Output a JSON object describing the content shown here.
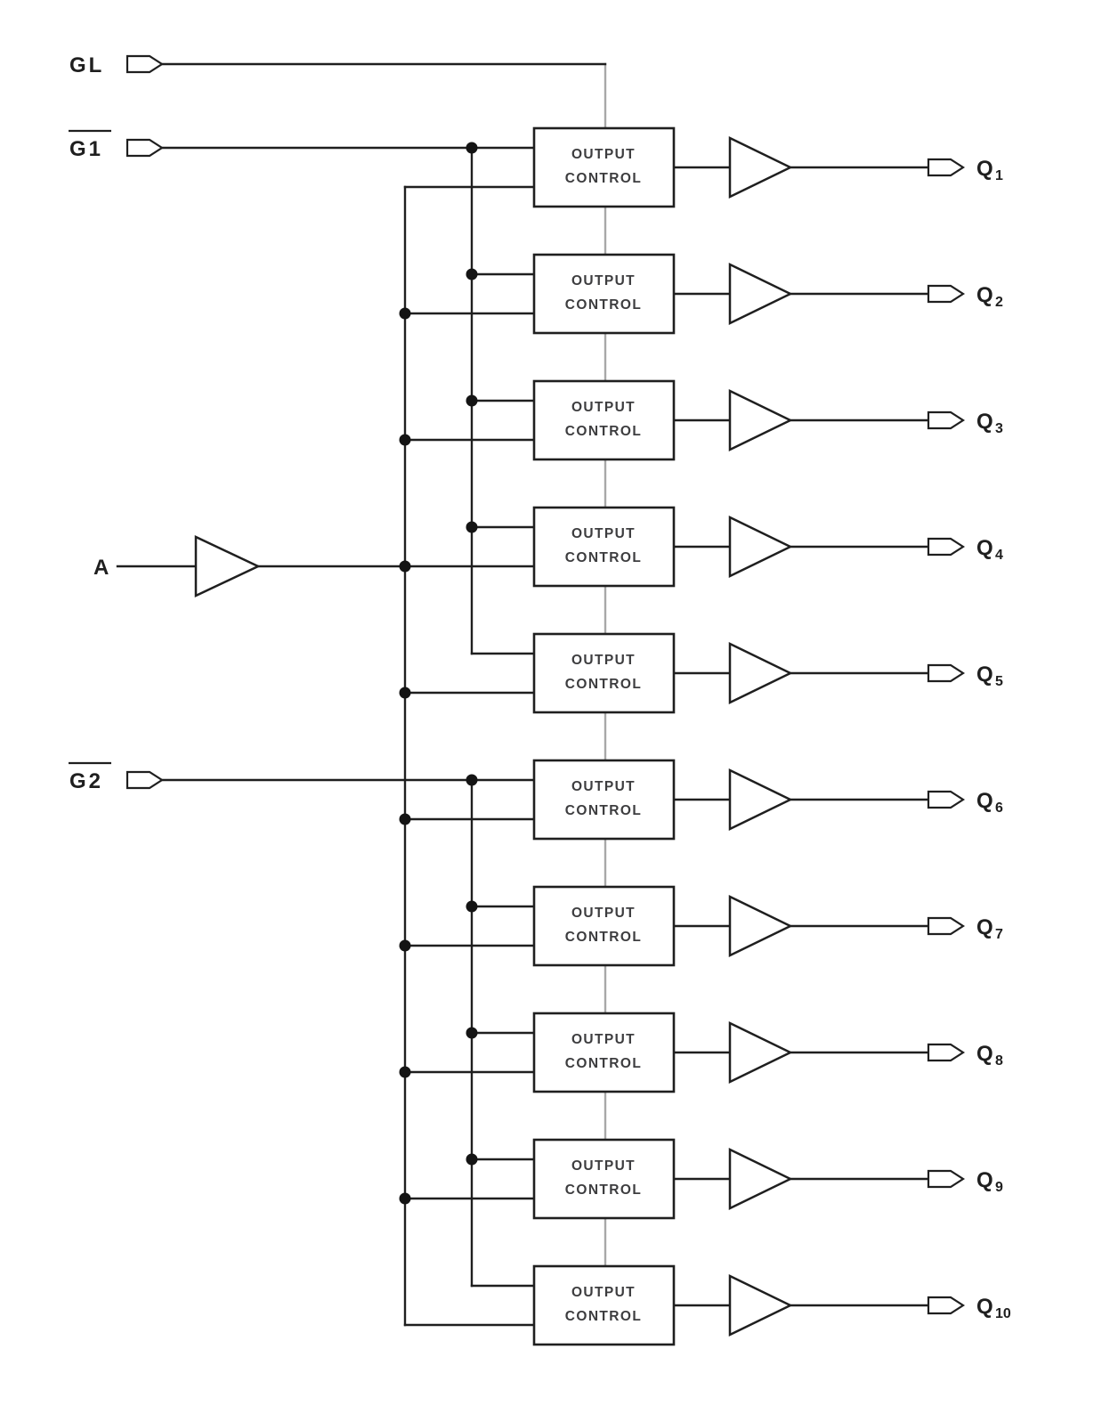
{
  "diagram": {
    "inputs": [
      {
        "name": "GL",
        "label": "GL",
        "overbar": false
      },
      {
        "name": "G1",
        "label": "G1",
        "overbar": true
      },
      {
        "name": "A",
        "label": "A",
        "overbar": false
      },
      {
        "name": "G2",
        "label": "G2",
        "overbar": true
      }
    ],
    "box_line1": "OUTPUT",
    "box_line2": "CONTROL",
    "channels": [
      {
        "output": "Q",
        "sub": "1"
      },
      {
        "output": "Q",
        "sub": "2"
      },
      {
        "output": "Q",
        "sub": "3"
      },
      {
        "output": "Q",
        "sub": "4"
      },
      {
        "output": "Q",
        "sub": "5"
      },
      {
        "output": "Q",
        "sub": "6"
      },
      {
        "output": "Q",
        "sub": "7"
      },
      {
        "output": "Q",
        "sub": "8"
      },
      {
        "output": "Q",
        "sub": "9"
      },
      {
        "output": "Q",
        "sub": "10"
      }
    ],
    "colors": {
      "wire": "#1f1f1f",
      "cascade_line": "#a8a8a8",
      "box_text": "#3d3d3f",
      "background": "#ffffff"
    }
  }
}
